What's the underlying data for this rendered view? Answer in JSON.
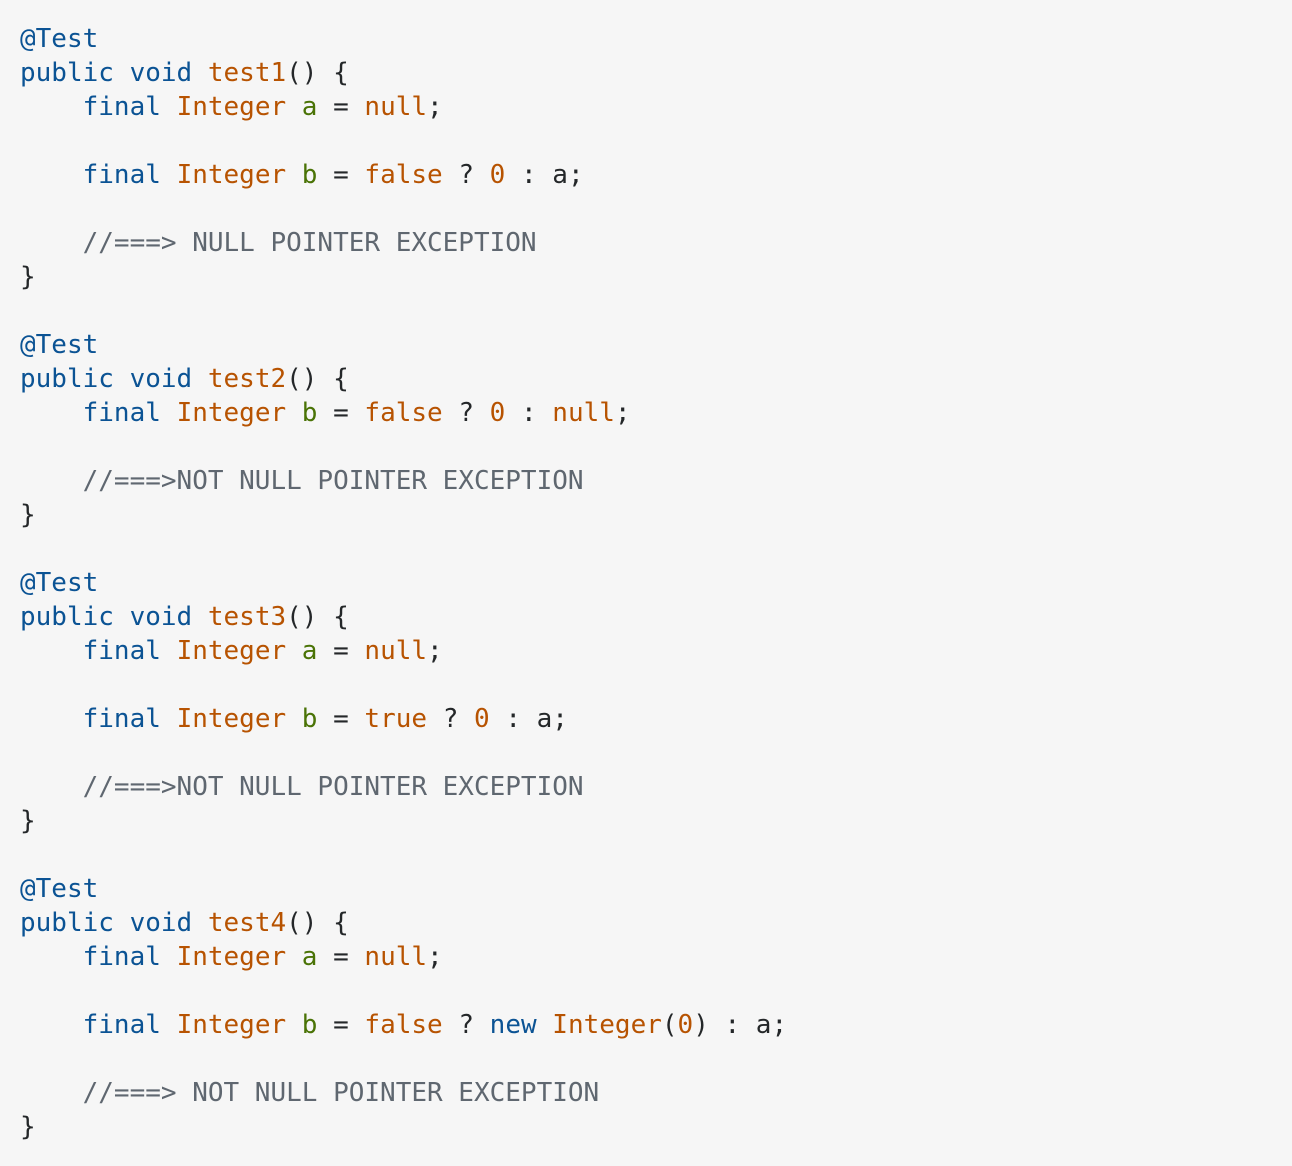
{
  "colors": {
    "background": "#f6f6f6",
    "keyword": "#0b5394",
    "type_and_literal": "#b75301",
    "variable": "#4a7306",
    "comment": "#5f6770",
    "punctuation": "#242729"
  },
  "code": {
    "language": "java",
    "lines": [
      [
        {
          "t": "ann",
          "v": "@Test"
        }
      ],
      [
        {
          "t": "kw",
          "v": "public"
        },
        {
          "t": "pun",
          "v": " "
        },
        {
          "t": "kw",
          "v": "void"
        },
        {
          "t": "pun",
          "v": " "
        },
        {
          "t": "fn",
          "v": "test1"
        },
        {
          "t": "pun",
          "v": "() {"
        }
      ],
      [
        {
          "t": "pun",
          "v": "    "
        },
        {
          "t": "kw",
          "v": "final"
        },
        {
          "t": "pun",
          "v": " "
        },
        {
          "t": "type",
          "v": "Integer"
        },
        {
          "t": "pun",
          "v": " "
        },
        {
          "t": "var",
          "v": "a"
        },
        {
          "t": "pun",
          "v": " = "
        },
        {
          "t": "lit",
          "v": "null"
        },
        {
          "t": "pun",
          "v": ";"
        }
      ],
      [],
      [
        {
          "t": "pun",
          "v": "    "
        },
        {
          "t": "kw",
          "v": "final"
        },
        {
          "t": "pun",
          "v": " "
        },
        {
          "t": "type",
          "v": "Integer"
        },
        {
          "t": "pun",
          "v": " "
        },
        {
          "t": "var",
          "v": "b"
        },
        {
          "t": "pun",
          "v": " = "
        },
        {
          "t": "lit",
          "v": "false"
        },
        {
          "t": "pun",
          "v": " ? "
        },
        {
          "t": "lit",
          "v": "0"
        },
        {
          "t": "pun",
          "v": " : a;"
        }
      ],
      [],
      [
        {
          "t": "pun",
          "v": "    "
        },
        {
          "t": "cmt",
          "v": "//===> NULL POINTER EXCEPTION"
        }
      ],
      [
        {
          "t": "pun",
          "v": "}"
        }
      ],
      [],
      [
        {
          "t": "ann",
          "v": "@Test"
        }
      ],
      [
        {
          "t": "kw",
          "v": "public"
        },
        {
          "t": "pun",
          "v": " "
        },
        {
          "t": "kw",
          "v": "void"
        },
        {
          "t": "pun",
          "v": " "
        },
        {
          "t": "fn",
          "v": "test2"
        },
        {
          "t": "pun",
          "v": "() {"
        }
      ],
      [
        {
          "t": "pun",
          "v": "    "
        },
        {
          "t": "kw",
          "v": "final"
        },
        {
          "t": "pun",
          "v": " "
        },
        {
          "t": "type",
          "v": "Integer"
        },
        {
          "t": "pun",
          "v": " "
        },
        {
          "t": "var",
          "v": "b"
        },
        {
          "t": "pun",
          "v": " = "
        },
        {
          "t": "lit",
          "v": "false"
        },
        {
          "t": "pun",
          "v": " ? "
        },
        {
          "t": "lit",
          "v": "0"
        },
        {
          "t": "pun",
          "v": " : "
        },
        {
          "t": "lit",
          "v": "null"
        },
        {
          "t": "pun",
          "v": ";"
        }
      ],
      [],
      [
        {
          "t": "pun",
          "v": "    "
        },
        {
          "t": "cmt",
          "v": "//===>NOT NULL POINTER EXCEPTION"
        }
      ],
      [
        {
          "t": "pun",
          "v": "}"
        }
      ],
      [],
      [
        {
          "t": "ann",
          "v": "@Test"
        }
      ],
      [
        {
          "t": "kw",
          "v": "public"
        },
        {
          "t": "pun",
          "v": " "
        },
        {
          "t": "kw",
          "v": "void"
        },
        {
          "t": "pun",
          "v": " "
        },
        {
          "t": "fn",
          "v": "test3"
        },
        {
          "t": "pun",
          "v": "() {"
        }
      ],
      [
        {
          "t": "pun",
          "v": "    "
        },
        {
          "t": "kw",
          "v": "final"
        },
        {
          "t": "pun",
          "v": " "
        },
        {
          "t": "type",
          "v": "Integer"
        },
        {
          "t": "pun",
          "v": " "
        },
        {
          "t": "var",
          "v": "a"
        },
        {
          "t": "pun",
          "v": " = "
        },
        {
          "t": "lit",
          "v": "null"
        },
        {
          "t": "pun",
          "v": ";"
        }
      ],
      [],
      [
        {
          "t": "pun",
          "v": "    "
        },
        {
          "t": "kw",
          "v": "final"
        },
        {
          "t": "pun",
          "v": " "
        },
        {
          "t": "type",
          "v": "Integer"
        },
        {
          "t": "pun",
          "v": " "
        },
        {
          "t": "var",
          "v": "b"
        },
        {
          "t": "pun",
          "v": " = "
        },
        {
          "t": "lit",
          "v": "true"
        },
        {
          "t": "pun",
          "v": " ? "
        },
        {
          "t": "lit",
          "v": "0"
        },
        {
          "t": "pun",
          "v": " : a;"
        }
      ],
      [],
      [
        {
          "t": "pun",
          "v": "    "
        },
        {
          "t": "cmt",
          "v": "//===>NOT NULL POINTER EXCEPTION"
        }
      ],
      [
        {
          "t": "pun",
          "v": "}"
        }
      ],
      [],
      [
        {
          "t": "ann",
          "v": "@Test"
        }
      ],
      [
        {
          "t": "kw",
          "v": "public"
        },
        {
          "t": "pun",
          "v": " "
        },
        {
          "t": "kw",
          "v": "void"
        },
        {
          "t": "pun",
          "v": " "
        },
        {
          "t": "fn",
          "v": "test4"
        },
        {
          "t": "pun",
          "v": "() {"
        }
      ],
      [
        {
          "t": "pun",
          "v": "    "
        },
        {
          "t": "kw",
          "v": "final"
        },
        {
          "t": "pun",
          "v": " "
        },
        {
          "t": "type",
          "v": "Integer"
        },
        {
          "t": "pun",
          "v": " "
        },
        {
          "t": "var",
          "v": "a"
        },
        {
          "t": "pun",
          "v": " = "
        },
        {
          "t": "lit",
          "v": "null"
        },
        {
          "t": "pun",
          "v": ";"
        }
      ],
      [],
      [
        {
          "t": "pun",
          "v": "    "
        },
        {
          "t": "kw",
          "v": "final"
        },
        {
          "t": "pun",
          "v": " "
        },
        {
          "t": "type",
          "v": "Integer"
        },
        {
          "t": "pun",
          "v": " "
        },
        {
          "t": "var",
          "v": "b"
        },
        {
          "t": "pun",
          "v": " = "
        },
        {
          "t": "lit",
          "v": "false"
        },
        {
          "t": "pun",
          "v": " ? "
        },
        {
          "t": "kw",
          "v": "new"
        },
        {
          "t": "pun",
          "v": " "
        },
        {
          "t": "type",
          "v": "Integer"
        },
        {
          "t": "pun",
          "v": "("
        },
        {
          "t": "lit",
          "v": "0"
        },
        {
          "t": "pun",
          "v": ") : a;"
        }
      ],
      [],
      [
        {
          "t": "pun",
          "v": "    "
        },
        {
          "t": "cmt",
          "v": "//===> NOT NULL POINTER EXCEPTION"
        }
      ],
      [
        {
          "t": "pun",
          "v": "}"
        }
      ]
    ]
  }
}
